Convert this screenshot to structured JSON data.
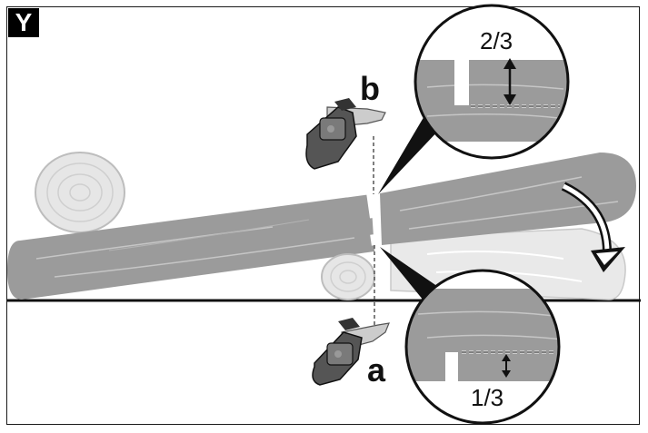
{
  "figure_label": "Y",
  "labels": {
    "top_cut": "b",
    "bottom_cut": "a",
    "top_ratio": "2/3",
    "bottom_ratio": "1/3"
  },
  "colors": {
    "log_fill": "#9b9b9b",
    "log_dark": "#7d7d7d",
    "log_end": "#e4e4e4",
    "outline": "#111111"
  }
}
